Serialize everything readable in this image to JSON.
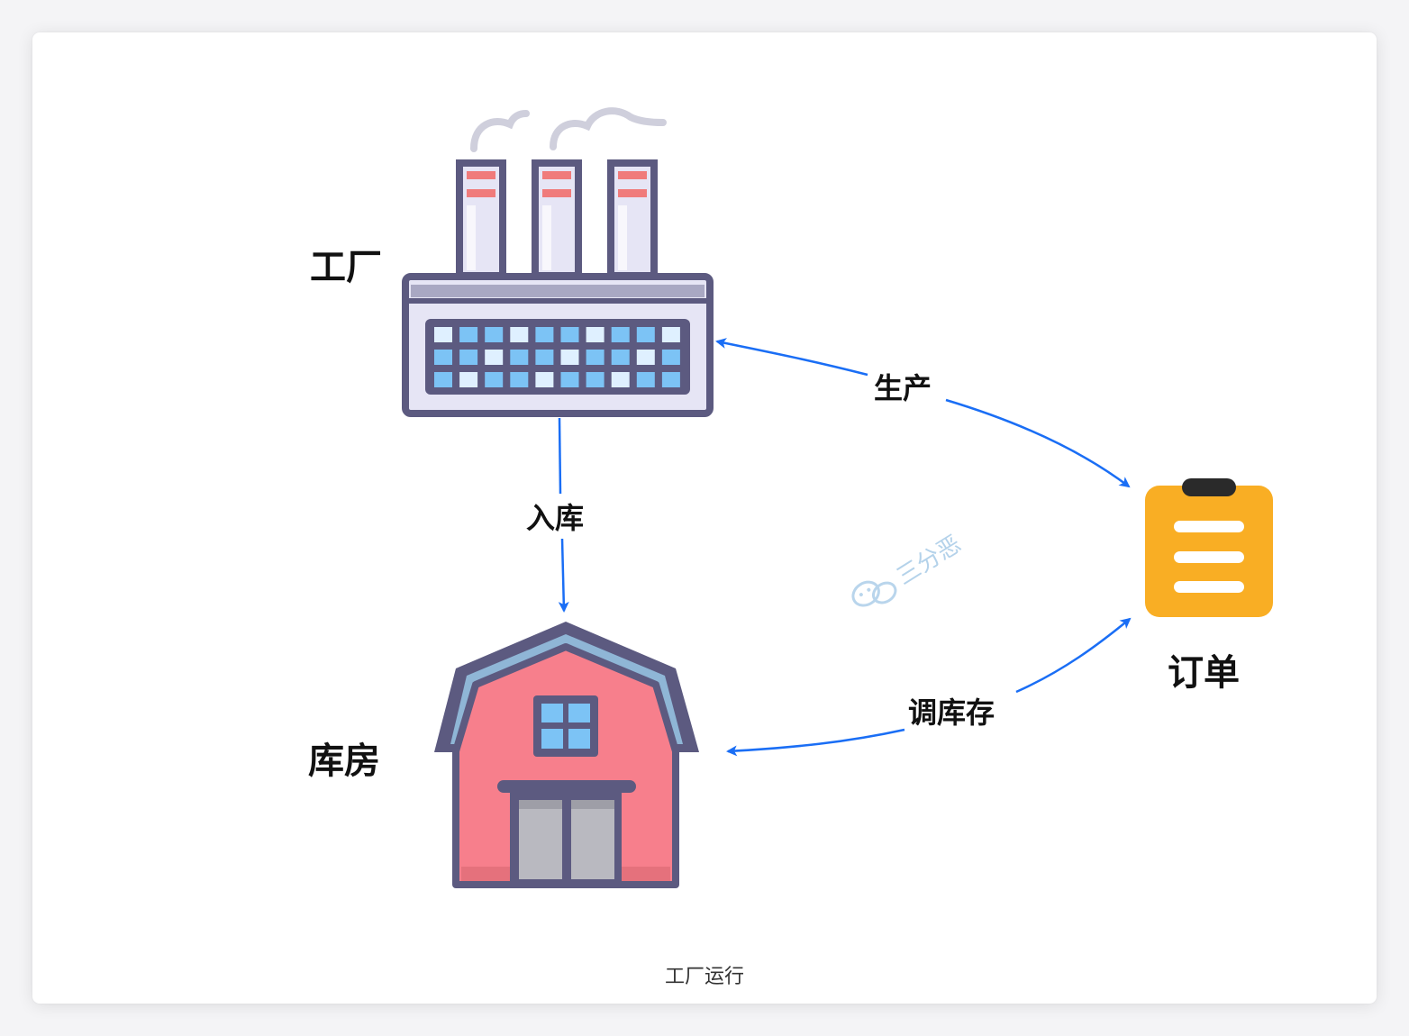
{
  "caption": "工厂运行",
  "nodes": {
    "factory": {
      "label": "工厂",
      "icon": "factory-icon"
    },
    "warehouse": {
      "label": "库房",
      "icon": "barn-warehouse-icon"
    },
    "order": {
      "label": "订单",
      "icon": "clipboard-order-icon"
    }
  },
  "edges": {
    "factory_to_warehouse": {
      "label": "入库"
    },
    "order_factory": {
      "label": "生产"
    },
    "order_warehouse": {
      "label": "调库存"
    }
  },
  "watermark": {
    "text": "三分恶",
    "icon": "wechat-icon"
  },
  "colors": {
    "arrow": "#1a6ef5",
    "outline": "#5c5a80",
    "barn_red": "#f77f8c",
    "clipboard_orange": "#f9ae24",
    "window_blue": "#7cc3f5"
  }
}
